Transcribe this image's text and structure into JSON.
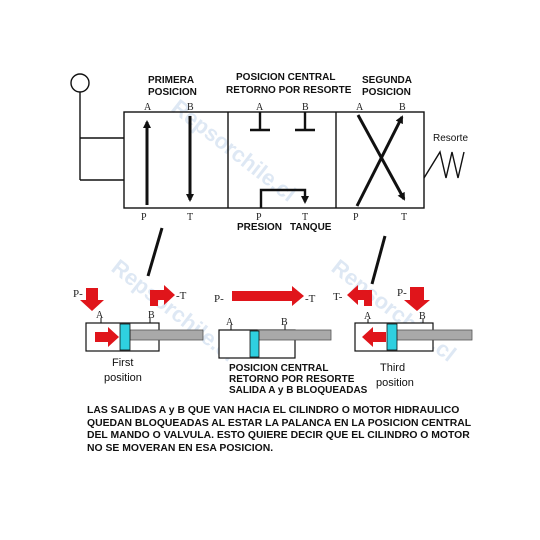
{
  "valve": {
    "first_position_label": [
      "PRIMERA",
      "POSICION"
    ],
    "central_position_label": [
      "POSICION CENTRAL",
      "RETORNO POR RESORTE"
    ],
    "second_position_label": [
      "SEGUNDA",
      "POSICION"
    ],
    "spring_label": "Resorte",
    "port_a": "A",
    "port_b": "B",
    "port_p": "P",
    "port_t": "T",
    "pressure_label": "PRESION",
    "tank_label": "TANQUE"
  },
  "cylinders": {
    "first_caption": [
      "First",
      "position"
    ],
    "central_caption": [
      "POSICION CENTRAL",
      "RETORNO POR RESORTE",
      "SALIDA A y B BLOQUEADAS"
    ],
    "third_caption": [
      "Third",
      "position"
    ],
    "p_label": "P-",
    "t_label": "-T",
    "t_label_left": "T-",
    "a_label": "A",
    "b_label": "B"
  },
  "note_lines": [
    "LAS SALIDAS A y B QUE VAN HACIA EL CILINDRO O MOTOR HIDRAULICO",
    "QUEDAN BLOQUEADAS AL ESTAR LA PALANCA EN LA POSICION CENTRAL",
    "DEL MANDO O VALVULA. ESTO QUIERE DECIR QUE EL CILINDRO O MOTOR",
    "NO SE MOVERAN EN ESA POSICION."
  ],
  "watermark": "Repsorchile.cl",
  "colors": {
    "arrow_red": "#e0151b",
    "piston_cyan": "#2fd0e0",
    "rod_gray": "#a9a9a9"
  }
}
